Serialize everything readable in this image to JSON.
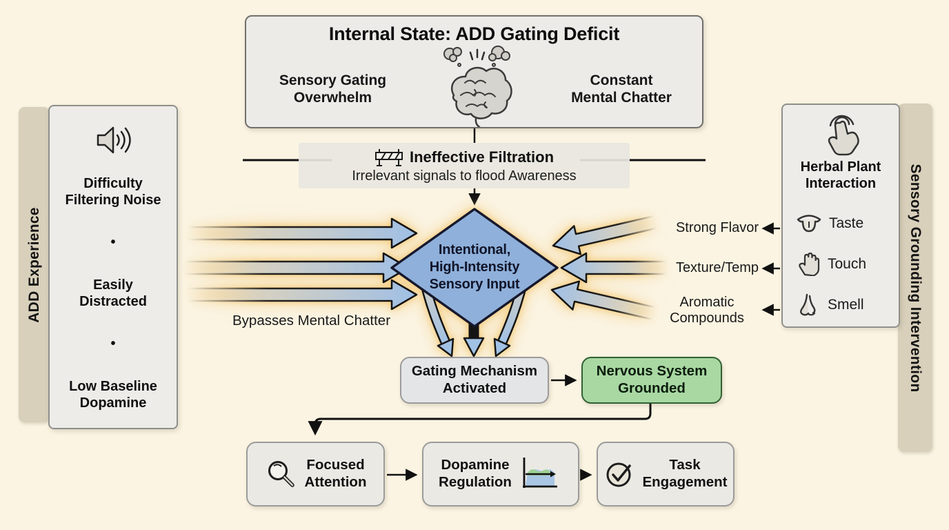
{
  "title": "ADD sensory grounding flow diagram",
  "colors": {
    "background": "#fbf4e2",
    "panel_fill": "#edece8",
    "strip_fill": "#d9d0bb",
    "diamond_fill": "#8fb0da",
    "arrow_blue": "#9fbfe6",
    "arrow_glow": "#f3c46e",
    "green_fill": "#a9d8a3",
    "green_border": "#306034",
    "gray_box_fill": "#e4e5e7"
  },
  "left_panel": {
    "strip_label": "ADD Experience",
    "icon": "speaker-icon",
    "items": [
      "Difficulty\nFiltering Noise",
      "Easily\nDistracted",
      "Low Baseline\nDopamine"
    ],
    "separator": "•"
  },
  "top_box": {
    "title": "Internal State: ADD Gating Deficit",
    "left_label": "Sensory Gating\nOverwhelm",
    "right_label": "Constant\nMental Chatter",
    "icon": "brain-icon"
  },
  "filtration": {
    "icon": "barrier-icon",
    "title": "Ineffective Filtration",
    "subtitle": "Irrelevant signals to flood Awareness"
  },
  "diamond": {
    "label": "Intentional,\nHigh-Intensity\nSensory Input"
  },
  "labels": {
    "bypass": "Bypasses Mental Chatter"
  },
  "outputs": [
    "Strong Flavor",
    "Texture/Temp",
    "Aromatic\nCompounds"
  ],
  "right_panel": {
    "strip_label": "Sensory Grounding Intervention",
    "icon": "tap-icon",
    "title": "Herbal Plant\nInteraction",
    "senses": [
      {
        "label": "Taste",
        "icon": "tongue-icon"
      },
      {
        "label": "Touch",
        "icon": "hand-icon"
      },
      {
        "label": "Smell",
        "icon": "nose-icon"
      }
    ]
  },
  "flow": {
    "gating": "Gating Mechanism\nActivated",
    "grounded": "Nervous System\nGrounded"
  },
  "outcomes": [
    {
      "label": "Focused\nAttention",
      "icon": "magnifier-icon"
    },
    {
      "label": "Dopamine\nRegulation",
      "icon": "chart-icon"
    },
    {
      "label": "Task\nEngagement",
      "icon": "check-circle-icon"
    }
  ]
}
